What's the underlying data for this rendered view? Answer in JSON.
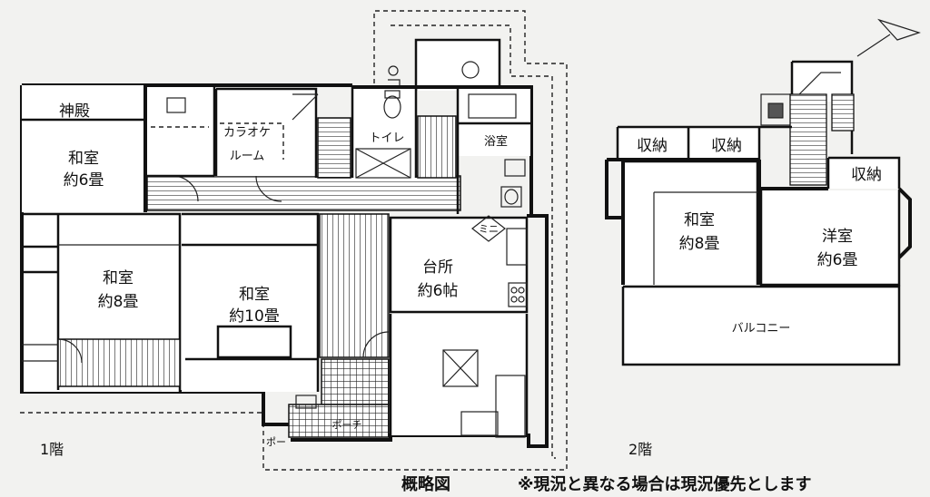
{
  "floor1": {
    "label": "1階",
    "rooms": {
      "shinden": "神殿",
      "washitsu6_name": "和室",
      "washitsu6_size": "約6畳",
      "karaoke_a": "カラオケ",
      "karaoke_b": "ルーム",
      "toilet": "トイレ",
      "bath": "浴室",
      "washitsu8_name": "和室",
      "washitsu8_size": "約8畳",
      "washitsu10_name": "和室",
      "washitsu10_size": "約10畳",
      "kitchen_name": "台所",
      "kitchen_size": "約6帖",
      "stove": "ミニ",
      "porch": "ポーチ",
      "porch_tail": "ポー"
    }
  },
  "floor2": {
    "label": "2階",
    "rooms": {
      "storage1": "収納",
      "storage2": "収納",
      "storage3": "収納",
      "washitsu8_name": "和室",
      "washitsu8_size": "約8畳",
      "yoshitsu_name": "洋室",
      "yoshitsu_size": "約6畳",
      "balcony": "バルコニー"
    }
  },
  "footer": {
    "title": "概略図",
    "note": "※現況と異なる場合は現況優先とします"
  }
}
